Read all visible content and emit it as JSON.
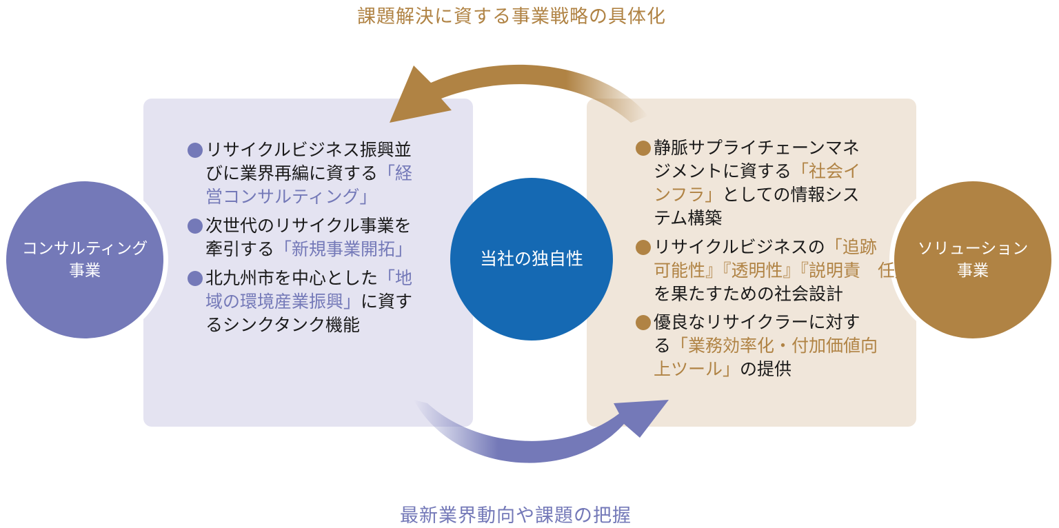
{
  "top_title": "課題解決に資する事業戦略の具体化",
  "bottom_title": "最新業界動向や課題の把握",
  "center": "当社の独自性",
  "left_circle": [
    "コンサルティング",
    "事業"
  ],
  "right_circle": [
    "ソリューション",
    "事業"
  ],
  "colors": {
    "purple": "#7479b8",
    "gold": "#b08344",
    "blue": "#1569b3",
    "left_box": "#e4e3f1",
    "right_box": "#f0e6da"
  },
  "left_items": [
    {
      "lines": [
        [
          {
            "t": "リサイクルビジネス振興並"
          }
        ],
        [
          {
            "t": "びに業界再編に資する"
          },
          {
            "t": "「経",
            "hl": true
          }
        ],
        [
          {
            "t": "営コンサルティング」",
            "hl": true
          }
        ]
      ]
    },
    {
      "lines": [
        [
          {
            "t": "次世代のリサイクル事業を"
          }
        ],
        [
          {
            "t": "牽引する"
          },
          {
            "t": "「新規事業開拓」",
            "hl": true
          }
        ]
      ]
    },
    {
      "lines": [
        [
          {
            "t": "北九州市を中心とした"
          },
          {
            "t": "「地",
            "hl": true
          }
        ],
        [
          {
            "t": "域の環境産業振興」",
            "hl": true
          },
          {
            "t": "に資す"
          }
        ],
        [
          {
            "t": "るシンクタンク機能"
          }
        ]
      ]
    }
  ],
  "right_items": [
    {
      "lines": [
        [
          {
            "t": "静脈サプライチェーンマネ"
          }
        ],
        [
          {
            "t": "ジメントに資する"
          },
          {
            "t": "「社会イ",
            "hl": true
          }
        ],
        [
          {
            "t": "ンフラ」",
            "hl": true
          },
          {
            "t": "としての情報シス"
          }
        ],
        [
          {
            "t": "テム構築"
          }
        ]
      ]
    },
    {
      "lines": [
        [
          {
            "t": "リサイクルビジネスの"
          },
          {
            "t": "「追跡",
            "hl": true
          }
        ],
        [
          {
            "t": "可能性』『透明性』『説明責　任」",
            "hl": true
          }
        ],
        [
          {
            "t": "を果たすための社会設計"
          }
        ]
      ]
    },
    {
      "lines": [
        [
          {
            "t": "優良なリサイクラーに対す"
          }
        ],
        [
          {
            "t": "る"
          },
          {
            "t": "「業務効率化・付加価値向",
            "hl": true
          }
        ],
        [
          {
            "t": "上ツール」",
            "hl": true
          },
          {
            "t": "の提供"
          }
        ]
      ]
    }
  ]
}
